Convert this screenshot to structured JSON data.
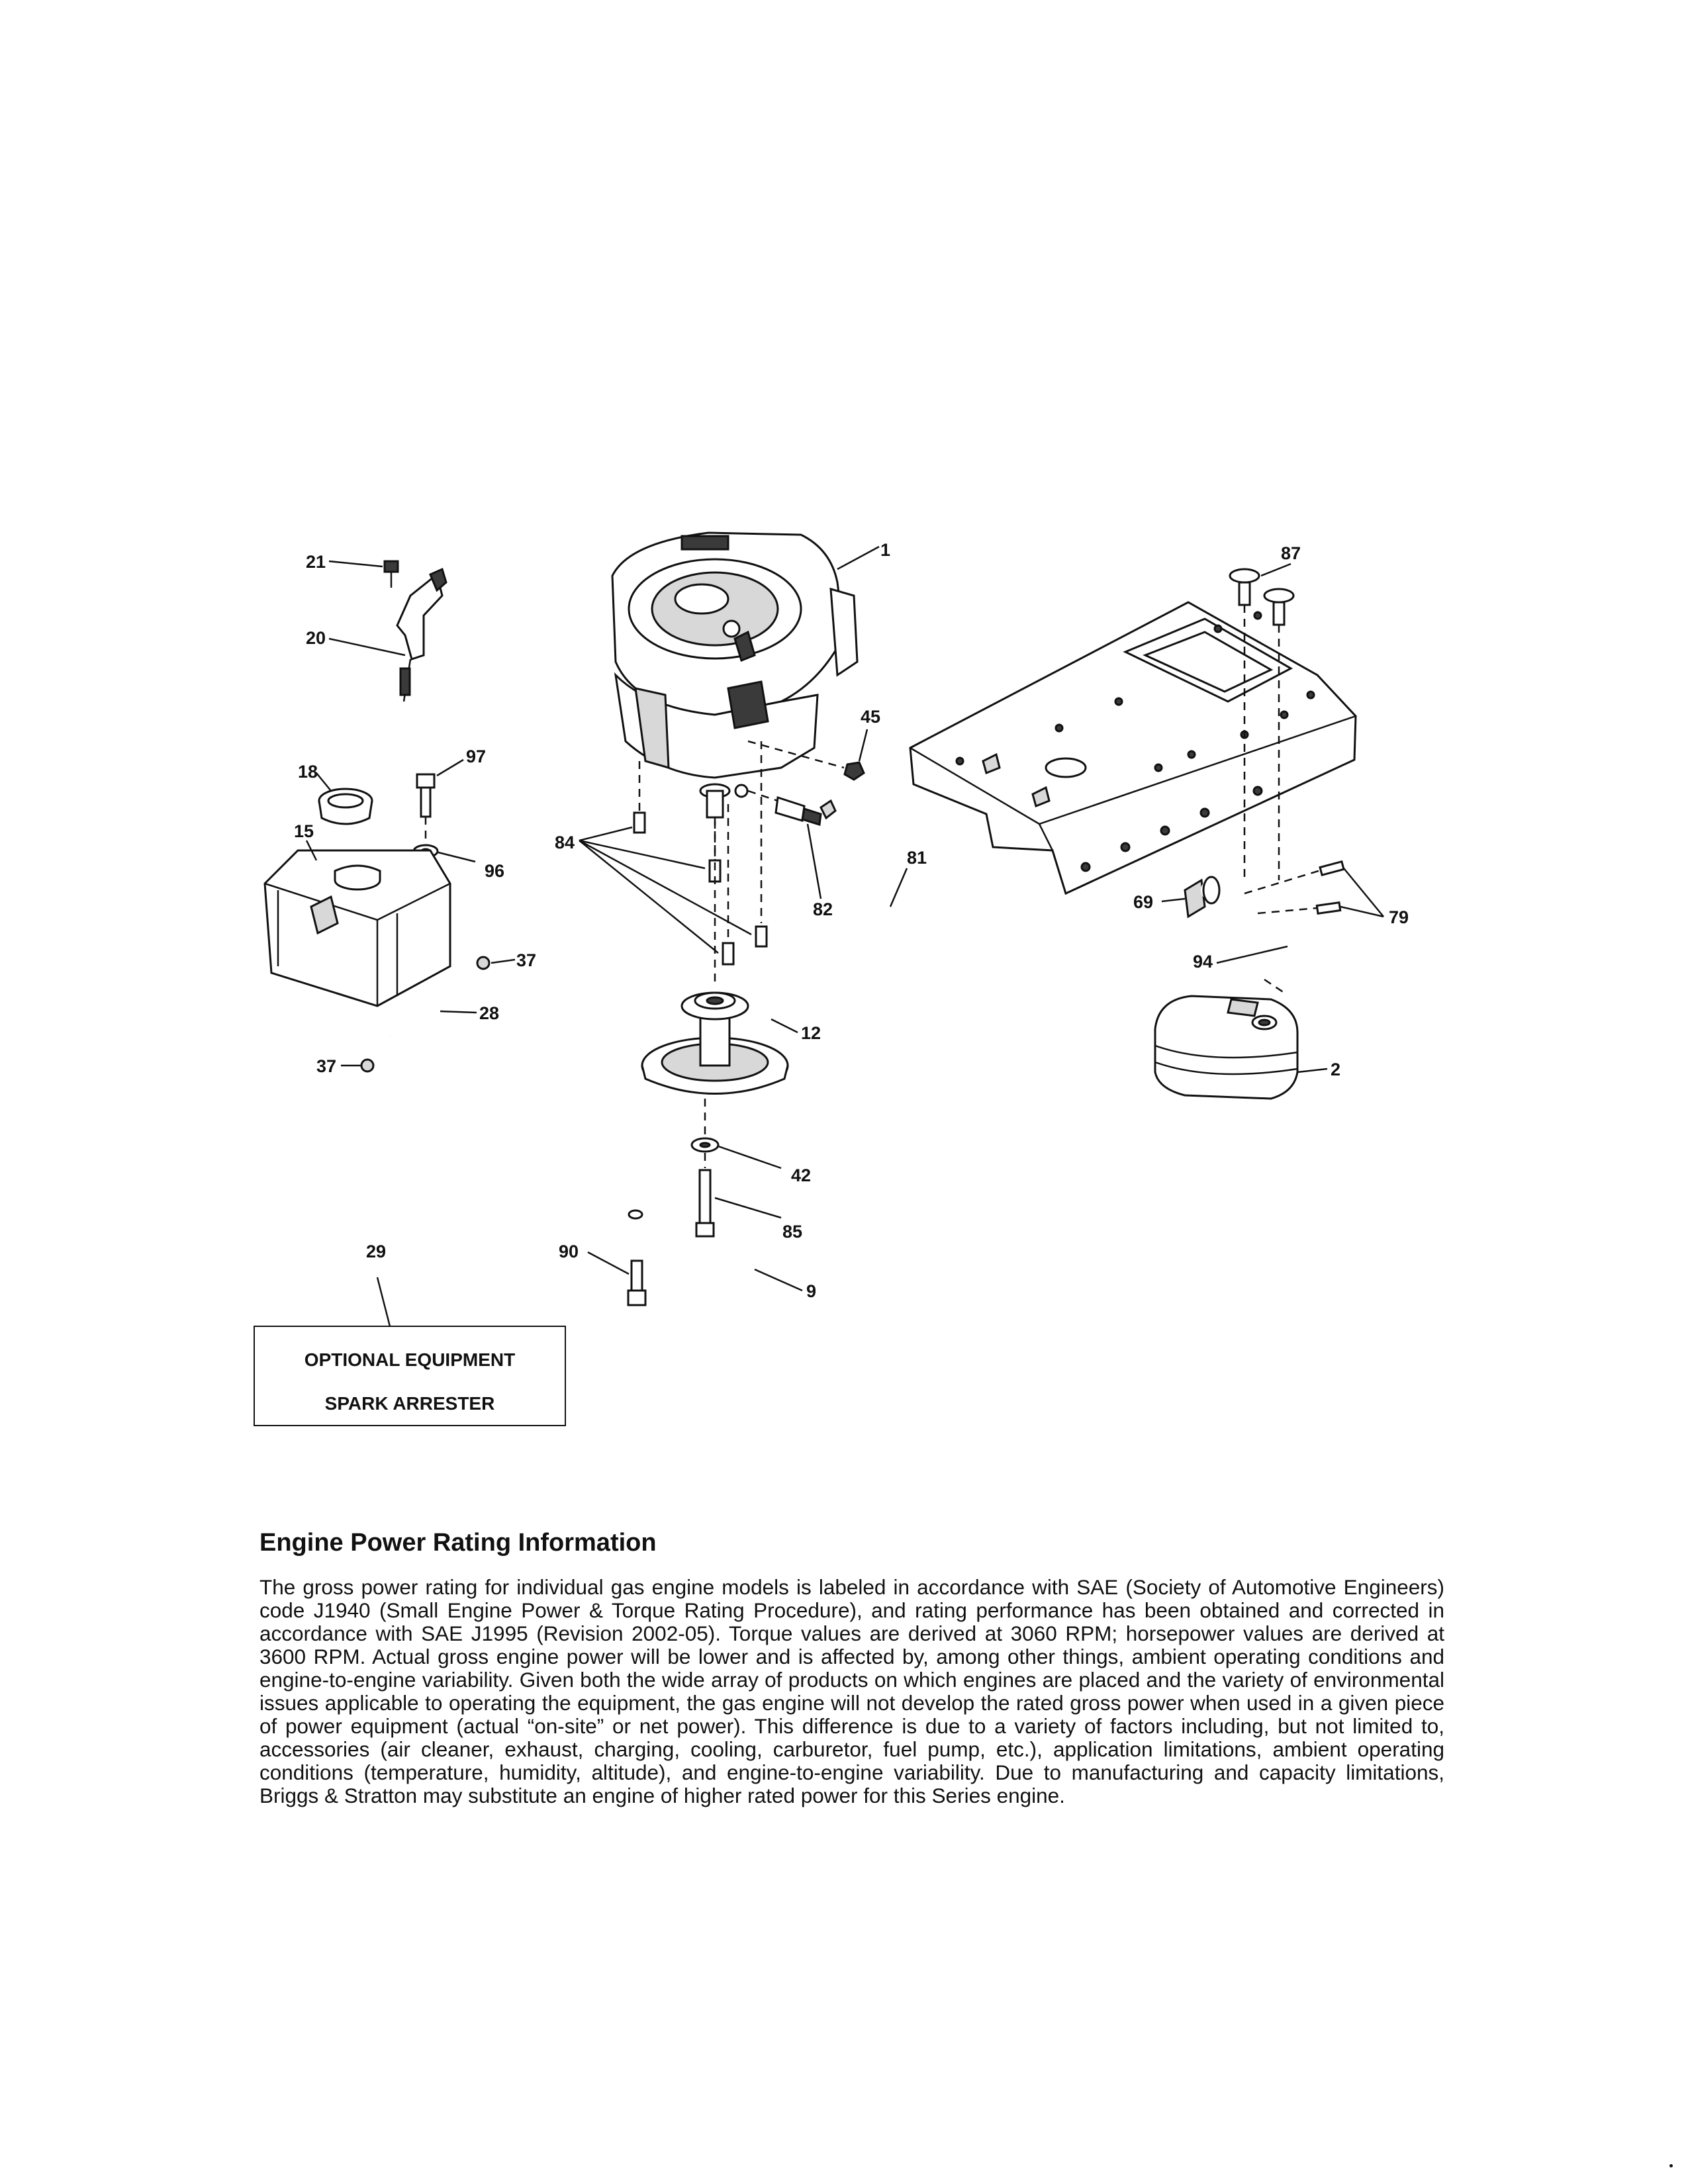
{
  "callouts": {
    "c1": "1",
    "c2": "2",
    "c9": "9",
    "c12": "12",
    "c15": "15",
    "c18": "18",
    "c20": "20",
    "c21": "21",
    "c28": "28",
    "c29": "29",
    "c37a": "37",
    "c37b": "37",
    "c42": "42",
    "c45": "45",
    "c69": "69",
    "c79": "79",
    "c81": "81",
    "c82": "82",
    "c84": "84",
    "c85": "85",
    "c87": "87",
    "c90": "90",
    "c94": "94",
    "c96": "96",
    "c97": "97"
  },
  "optional_box": {
    "line1": "OPTIONAL EQUIPMENT",
    "line2": "SPARK ARRESTER"
  },
  "info": {
    "heading": "Engine Power Rating Information",
    "body": "The gross power rating for individual gas engine models is labeled in accordance with SAE (Society of Automotive Engineers) code J1940 (Small Engine Power & Torque Rating Procedure), and rating performance has been obtained and corrected in accordance with SAE J1995 (Revision 2002-05). Torque values are derived at 3060 RPM; horsepower values are derived at 3600 RPM. Actual gross engine power will be lower and is affected by, among other things, ambient operating conditions and engine-to-engine variability. Given both the wide array of products on which engines are placed and the variety of environmental issues applicable to operating the equipment, the gas engine will not develop the rated gross power when used in a given piece of power equipment (actual “on-site” or net power). This difference is due to a variety of factors including, but not limited to, accessories (air cleaner, exhaust, charging, cooling, carburetor, fuel pump, etc.), application limitations, ambient operating conditions (temperature, humidity, altitude), and engine-to-engine variability. Due to manufacturing and capacity limitations, Briggs & Stratton may substitute an engine of higher rated power for this Series engine."
  }
}
